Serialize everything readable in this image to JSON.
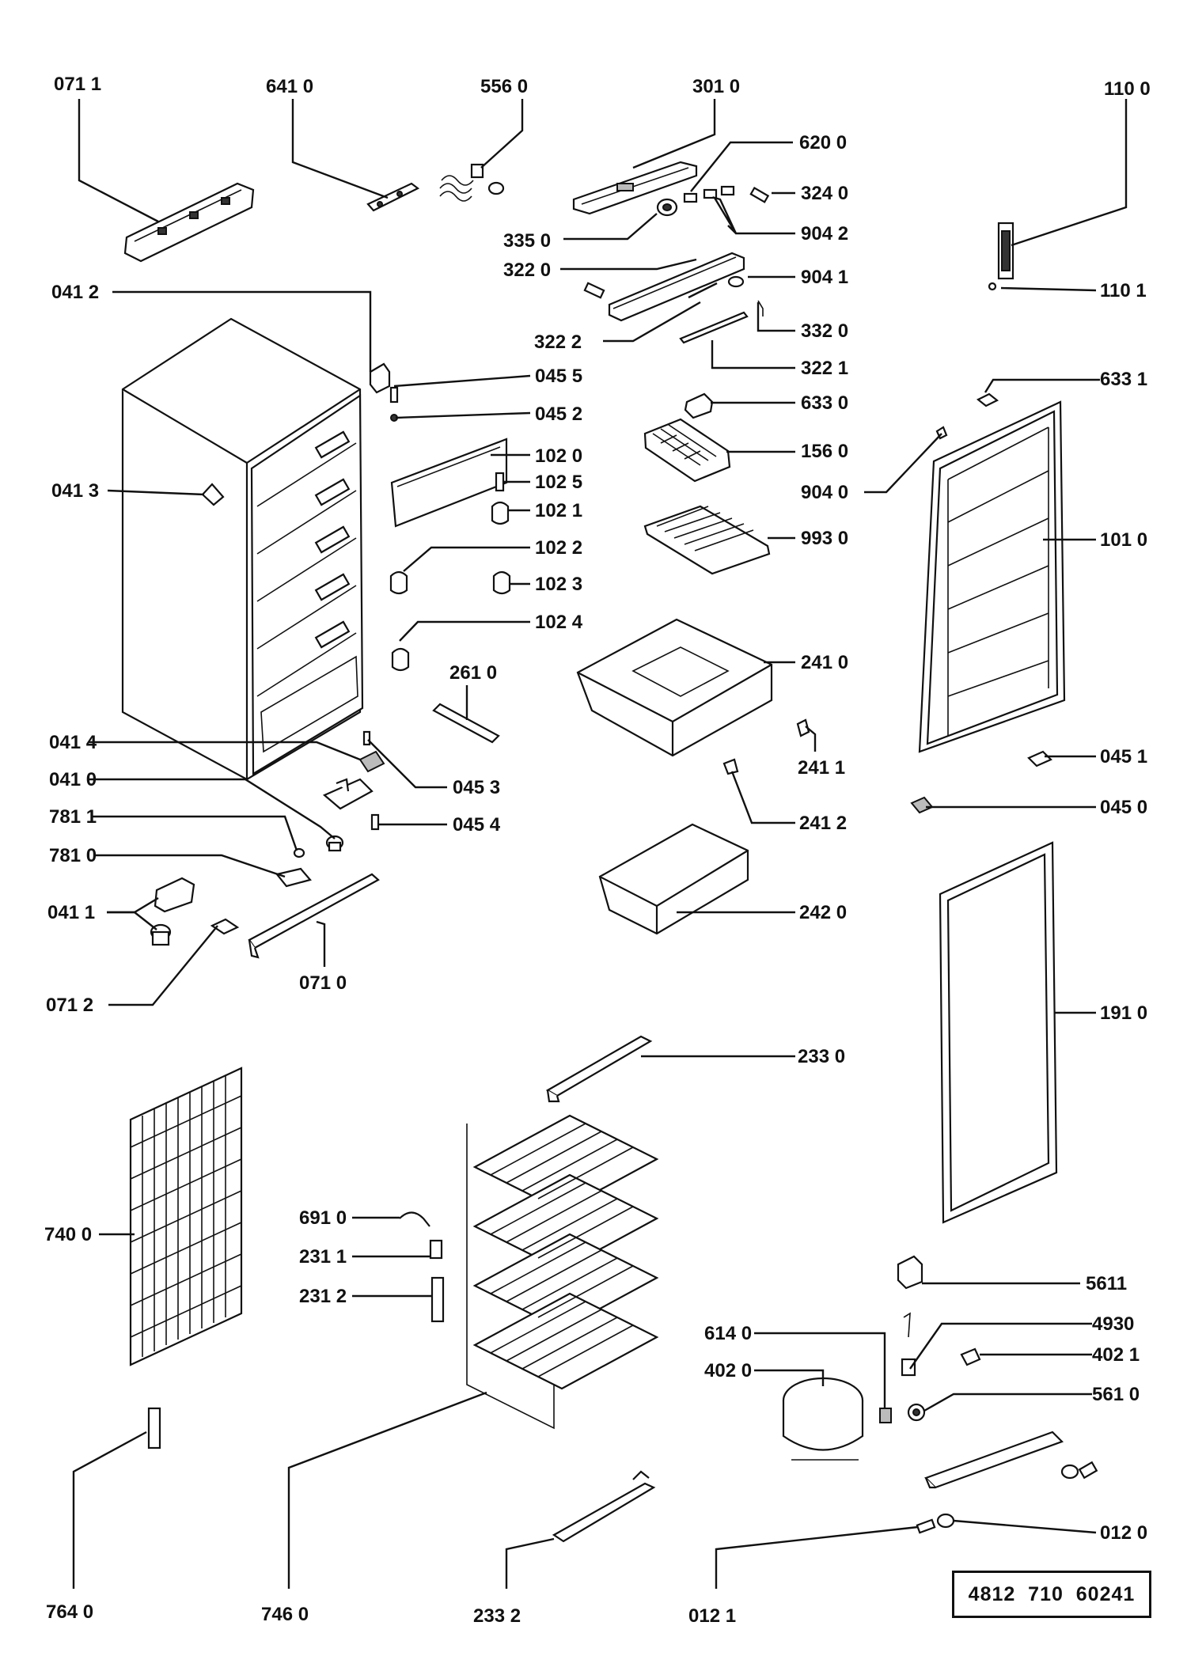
{
  "catalog_number": "4812  710  60241",
  "labels": {
    "l0711": "071 1",
    "l6410": "641 0",
    "l5560": "556 0",
    "l3010": "301 0",
    "l1100": "110 0",
    "l6200": "620 0",
    "l3240": "324 0",
    "l3350": "335 0",
    "l9042": "904 2",
    "l3220": "322 0",
    "l9041": "904 1",
    "l1101": "110 1",
    "l0412": "041 2",
    "l3222": "322 2",
    "l3320": "332 0",
    "l3221": "322 1",
    "l0455": "045 5",
    "l6331": "633 1",
    "l6330": "633 0",
    "l0452": "045 2",
    "l1020": "102 0",
    "l1560": "156 0",
    "l0413": "041 3",
    "l1025": "102 5",
    "l9040": "904 0",
    "l1021": "102 1",
    "l9930": "993 0",
    "l1010": "101 0",
    "l1022": "102 2",
    "l1023": "102 3",
    "l1024": "102 4",
    "l2610": "261 0",
    "l2410": "241 0",
    "l0414": "041 4",
    "l2411": "241 1",
    "l0451": "045 1",
    "l0410": "041 0",
    "l0453": "045 3",
    "l0450": "045 0",
    "l7811": "781 1",
    "l0454": "045 4",
    "l2412": "241 2",
    "l7810": "781 0",
    "l0411": "041 1",
    "l2420": "242 0",
    "l0710": "071 0",
    "l0712": "071 2",
    "l1910": "191 0",
    "l2330": "233 0",
    "l6910": "691 0",
    "l7400": "740 0",
    "l2311": "231 1",
    "l2312": "231 2",
    "l5611": "5611",
    "l6140": "614 0",
    "l4930": "4930",
    "l4021": "402 1",
    "l4020": "402 0",
    "l5610": "561 0",
    "l0120": "012 0",
    "l7640": "764 0",
    "l7460": "746 0",
    "l2332": "233  2",
    "l0121": "012 1"
  }
}
